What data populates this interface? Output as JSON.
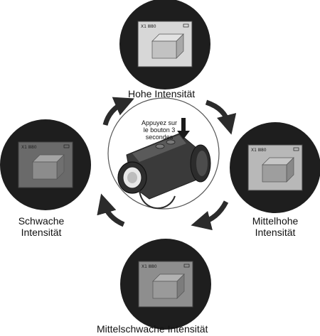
{
  "center": {
    "instruction_line1": "Appuyez sur",
    "instruction_line2": "le bouton 3",
    "instruction_line3": "secondes"
  },
  "modes": [
    {
      "id": "top",
      "label_line1": "Hohe Intensität",
      "label_line2": "",
      "hud_text": "X1 Ⅲ80",
      "screen_color": "#d7d7d7",
      "cube_face": "#c2c2c2",
      "cube_top": "#e2e2e2",
      "cube_side": "#a8a8a8"
    },
    {
      "id": "right",
      "label_line1": "Mittelhohe",
      "label_line2": "Intensität",
      "hud_text": "X1 Ⅲ80",
      "screen_color": "#b8b8b8",
      "cube_face": "#9e9e9e",
      "cube_top": "#c6c6c6",
      "cube_side": "#888888"
    },
    {
      "id": "bottom",
      "label_line1": "Mittelschwache Intensität",
      "label_line2": "",
      "hud_text": "X1 Ⅲ80",
      "screen_color": "#8e8e8e",
      "cube_face": "#9a9a9a",
      "cube_top": "#b2b2b2",
      "cube_side": "#7c7c7c"
    },
    {
      "id": "left",
      "label_line1": "Schwache",
      "label_line2": "Intensität",
      "hud_text": "X1 Ⅲ80",
      "screen_color": "#6a6a6a",
      "cube_face": "#8c8c8c",
      "cube_top": "#a4a4a4",
      "cube_side": "#707070"
    }
  ],
  "colors": {
    "disc": "#1e1e1e",
    "arrow": "#2b2b2b",
    "compass_stroke": "#555555",
    "device_body": "#3a3a3a"
  }
}
